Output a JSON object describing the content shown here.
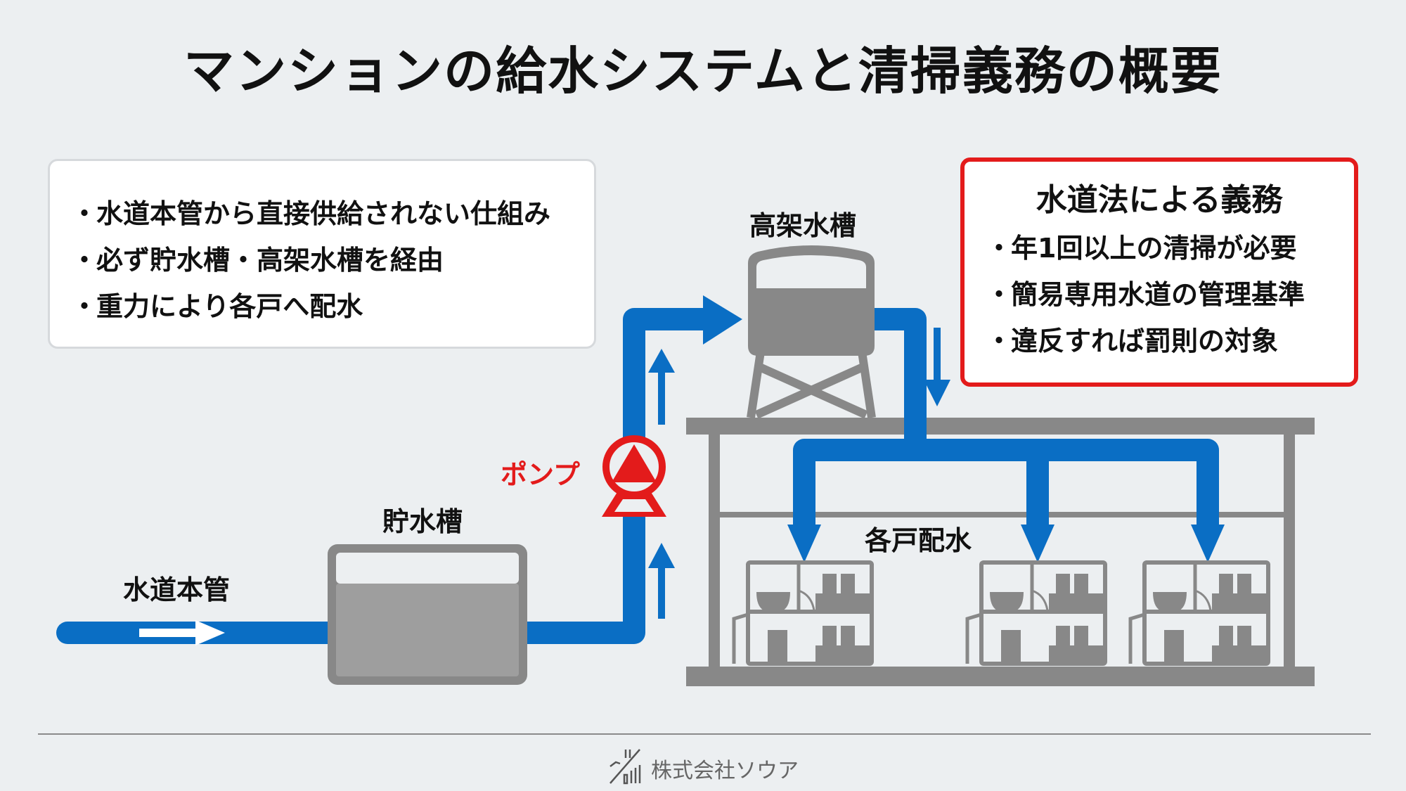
{
  "title": "マンションの給水システムと清掃義務の概要",
  "info_card": {
    "items": [
      "水道本管から直接供給されない仕組み",
      "必ず貯水槽・高架水槽を経由",
      "重力により各戸へ配水"
    ],
    "bullet": "・"
  },
  "law_box": {
    "heading": "水道法による義務",
    "items": [
      "年1回以上の清掃が必要",
      "簡易専用水道の管理基準",
      "違反すれば罰則の対象"
    ],
    "bullet": "・",
    "accent_color": "#e31b1b"
  },
  "diagram": {
    "labels": {
      "main_pipe": "水道本管",
      "storage_tank": "貯水槽",
      "pump": "ポンプ",
      "elevated_tank": "高架水槽",
      "distribution": "各戸配水"
    },
    "unit_count": 3,
    "colors": {
      "pipe": "#0a6ec4",
      "structure": "#888888",
      "pump": "#e31b1b"
    }
  },
  "footer": {
    "company": "株式会社ソウア",
    "logo_icon": "bar-chart-slash-logo"
  }
}
